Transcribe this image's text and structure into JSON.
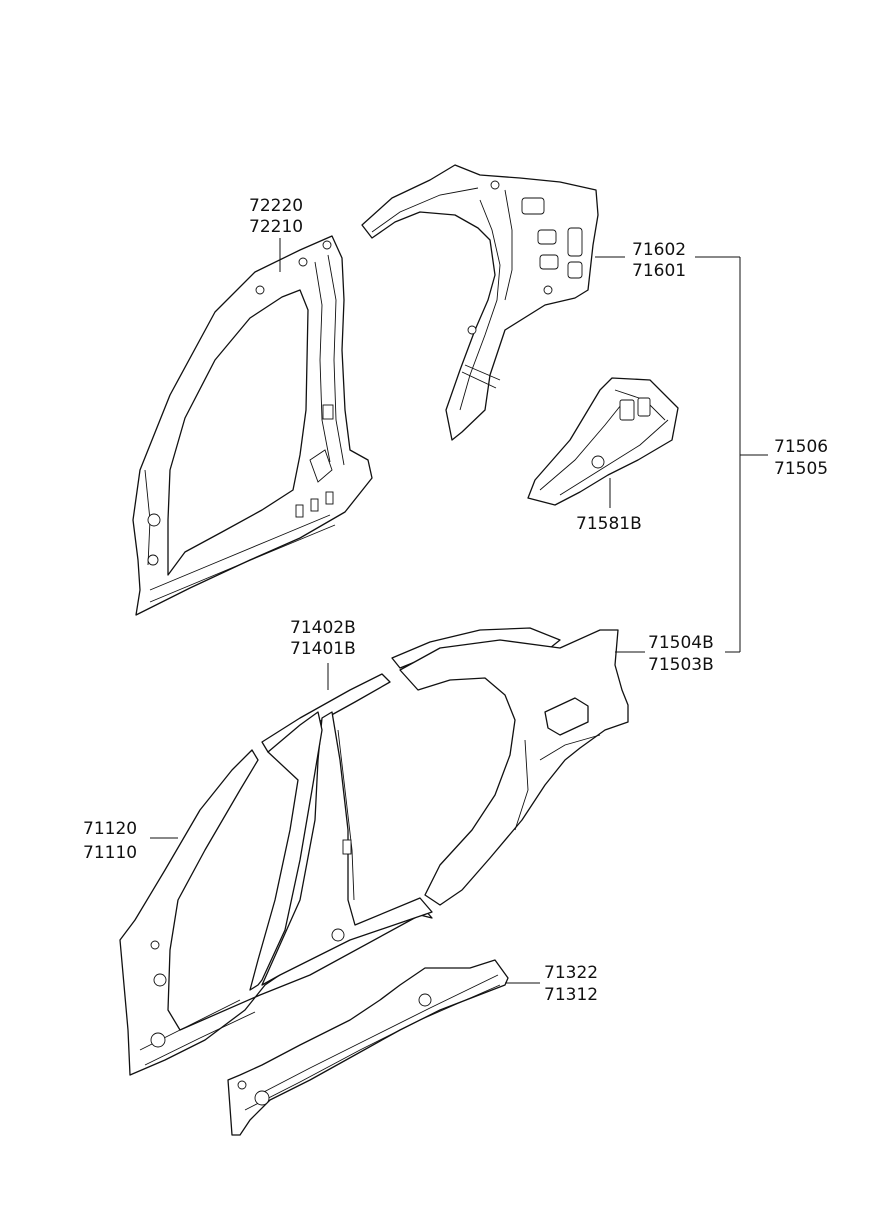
{
  "callouts": {
    "c72220": "72220",
    "c72210": "72210",
    "c71602": "71602",
    "c71601": "71601",
    "c71506": "71506",
    "c71505": "71505",
    "c71581b": "71581B",
    "c71402b": "71402B",
    "c71401b": "71401B",
    "c71504b": "71504B",
    "c71503b": "71503B",
    "c71120": "71120",
    "c71110": "71110",
    "c71322": "71322",
    "c71312": "71312"
  }
}
